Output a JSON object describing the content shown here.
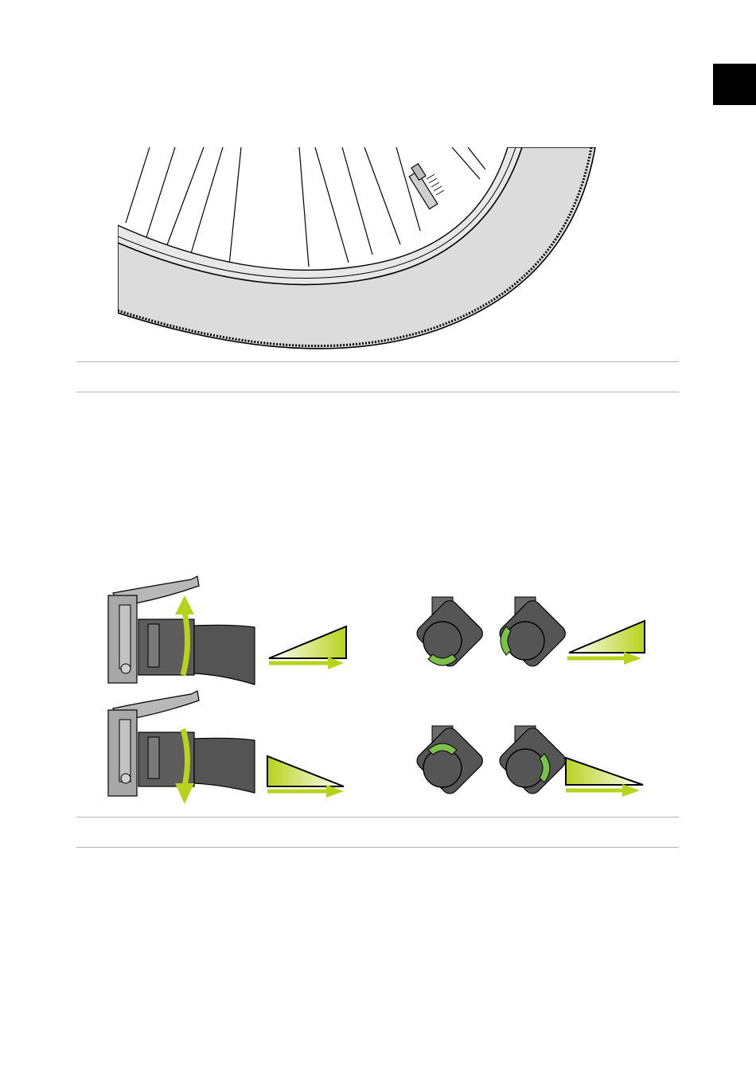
{
  "page": {
    "background": "#ffffff",
    "tab_color": "#000000",
    "rule_color": "#b5b5b5"
  },
  "figures": {
    "wheel": {
      "description_icon": "wheel-with-valve-illustration",
      "tire_color": "#dcdcdc",
      "outline_color": "#000000"
    },
    "shifters": {
      "accent_color": "#b7d31c",
      "highlight_color": "#7cc24a",
      "pad_color": "#555555",
      "rows": [
        {
          "direction": "up",
          "ramp": "increasing"
        },
        {
          "direction": "down",
          "ramp": "decreasing"
        }
      ]
    }
  }
}
